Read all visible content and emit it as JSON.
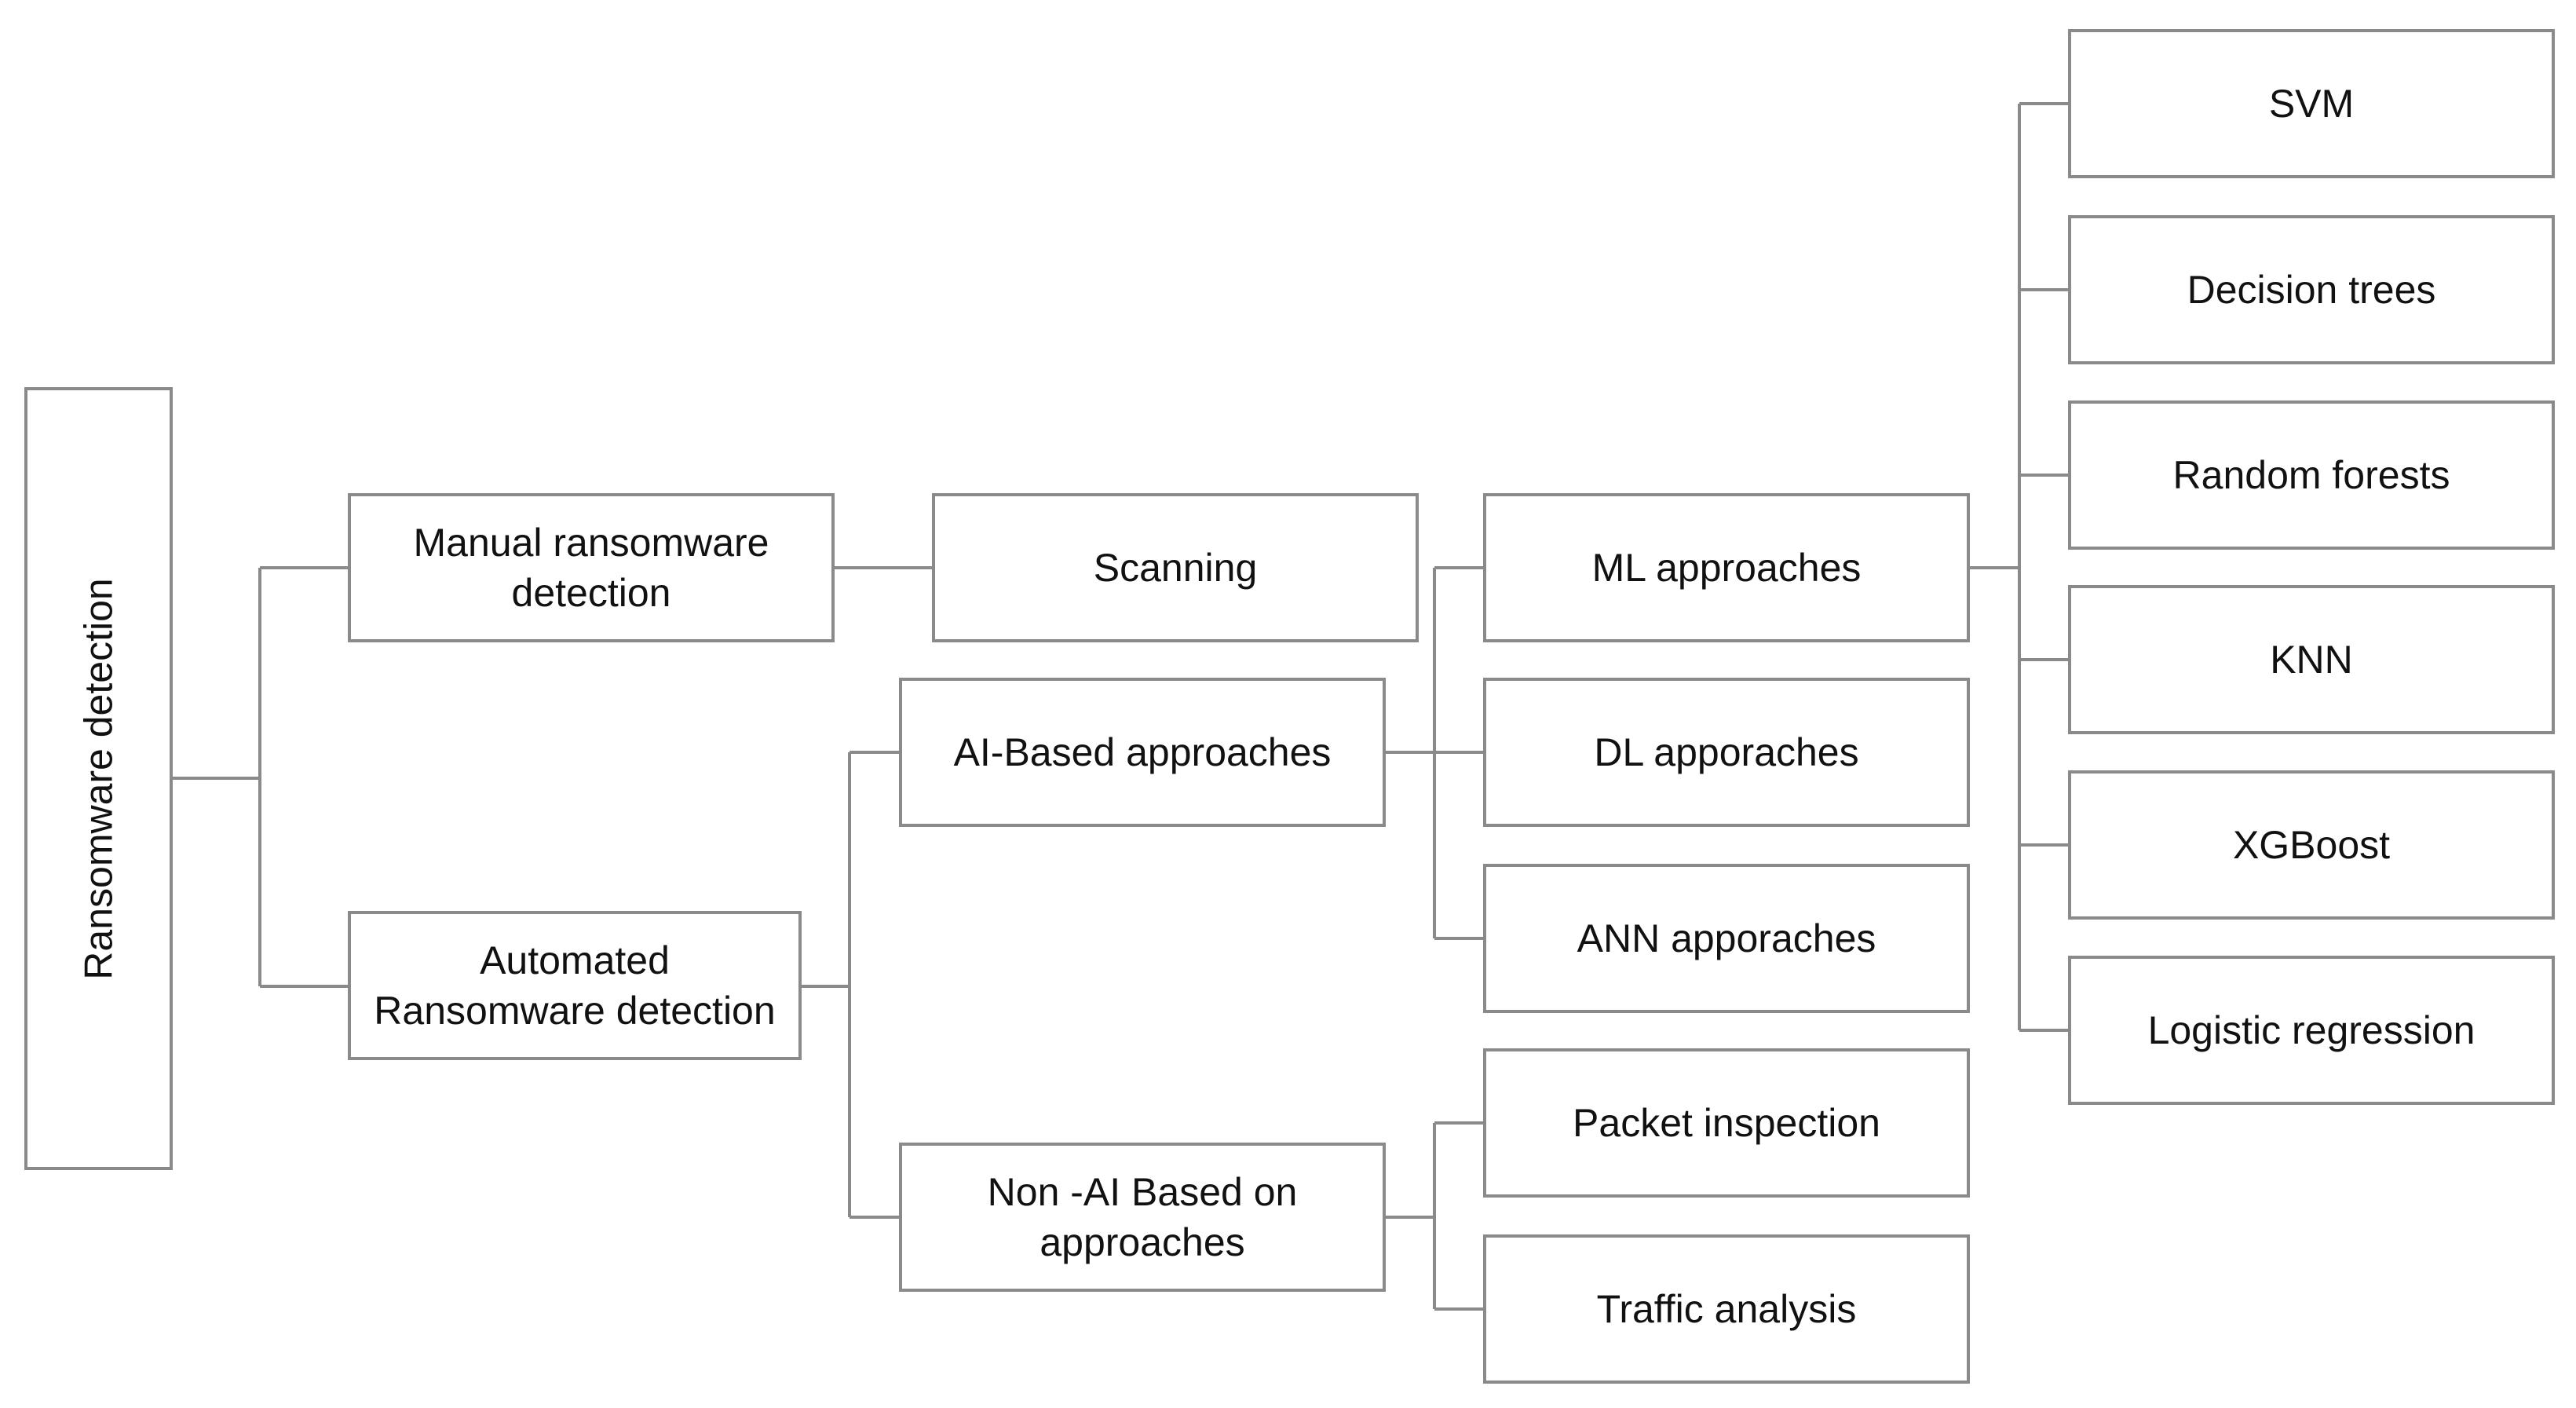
{
  "diagram": {
    "root": "Ransomware detection",
    "manual": "Manual ransomware\ndetection",
    "automated": "Automated\nRansomware detection",
    "scanning": "Scanning",
    "ai_based": "AI-Based approaches",
    "non_ai_based": "Non -AI Based on\napproaches",
    "ml": "ML approaches",
    "dl": "DL apporaches",
    "ann": "ANN apporaches",
    "packet_inspection": "Packet inspection",
    "traffic_analysis": "Traffic analysis",
    "svm": "SVM",
    "decision_trees": "Decision trees",
    "random_forests": "Random forests",
    "knn": "KNN",
    "xgboost": "XGBoost",
    "logistic_regression": "Logistic regression"
  },
  "colors": {
    "border": "#8a8a8a",
    "text": "#111111",
    "background": "#ffffff"
  }
}
